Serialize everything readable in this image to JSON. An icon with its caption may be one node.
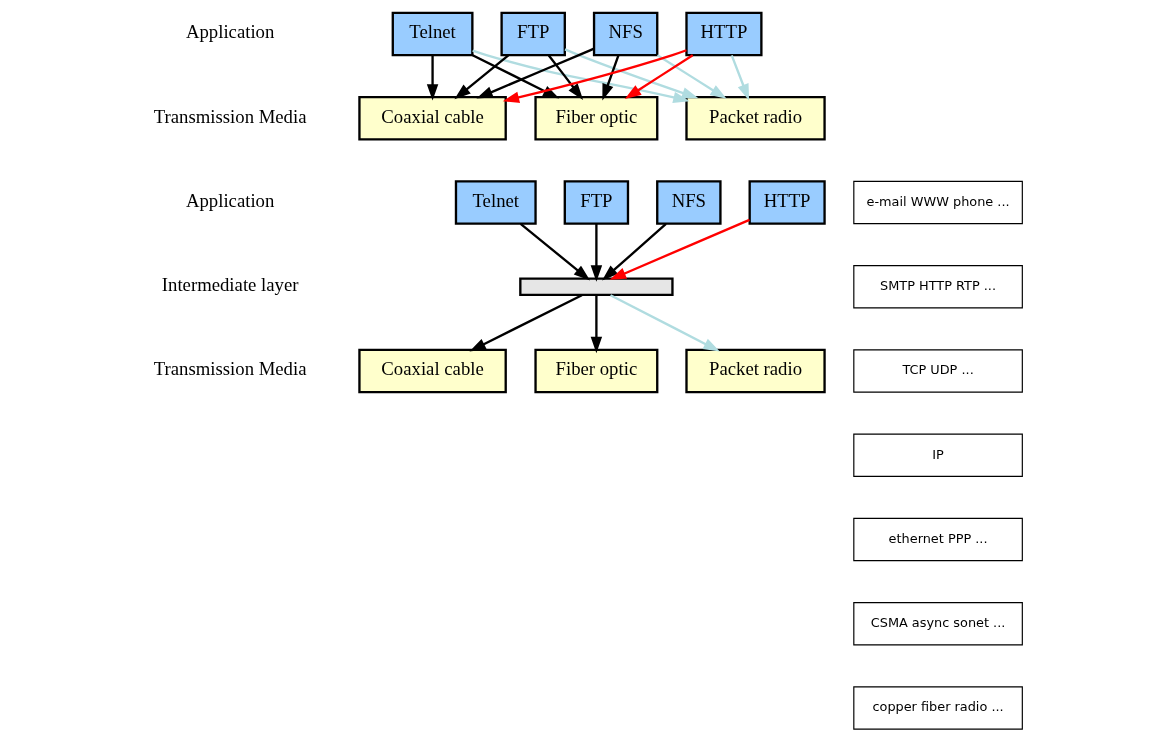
{
  "diagram": {
    "nodes": [
      {
        "text": [
          "Telnet"
        ]
      },
      {
        "text": [
          "FTP"
        ]
      },
      {
        "text": [
          "NFS"
        ]
      },
      {
        "text": [
          "HTTP"
        ]
      },
      {
        "text": [
          "Coaxial cable"
        ]
      },
      {
        "text": [
          "Fiber optic"
        ]
      },
      {
        "text": [
          "Packet radio"
        ]
      },
      {
        "text": [
          "Telnet"
        ]
      },
      {
        "text": [
          "FTP"
        ]
      },
      {
        "text": [
          "NFS"
        ]
      },
      {
        "text": [
          "HTTP"
        ]
      },
      {
        "text": [],
        "shape": "bar"
      },
      {
        "text": [
          "Coaxial cable"
        ]
      },
      {
        "text": [
          "Fiber optic"
        ]
      },
      {
        "text": [
          "Packet radio"
        ]
      },
      {
        "text": [
          "e-mail WWW phone ..."
        ]
      },
      {
        "text": [
          "SMTP HTTP RTP ..."
        ]
      },
      {
        "text": [
          "TCP UDP ..."
        ]
      },
      {
        "text": [
          "IP"
        ]
      },
      {
        "text": [
          "ethernet PPP ..."
        ]
      },
      {
        "text": [
          "CSMA async sonet ..."
        ]
      },
      {
        "text": [
          "copper fiber radio ..."
        ]
      }
    ],
    "edges": [
      {
        "from": 0,
        "to": 4,
        "arrow": "to"
      },
      {
        "from": 0,
        "to": 5,
        "arrow": "to"
      },
      {
        "from": 0,
        "to": 6,
        "arrow": "to",
        "color": "#b0dce0"
      },
      {
        "from": 1,
        "to": 4,
        "arrow": "to"
      },
      {
        "from": 1,
        "to": 5,
        "arrow": "to"
      },
      {
        "from": 1,
        "to": 6,
        "arrow": "to",
        "color": "#b0dce0"
      },
      {
        "from": 2,
        "to": 4,
        "arrow": "to"
      },
      {
        "from": 2,
        "to": 5,
        "arrow": "to"
      },
      {
        "from": 2,
        "to": 6,
        "arrow": "to",
        "color": "#b0dce0"
      },
      {
        "from": 3,
        "to": 4,
        "arrow": "to",
        "color": "#ff0000"
      },
      {
        "from": 3,
        "to": 5,
        "arrow": "to",
        "color": "#ff0000"
      },
      {
        "from": 3,
        "to": 6,
        "arrow": "to",
        "color": "#b0dce0"
      },
      {
        "from": 7,
        "to": 11,
        "arrow": "to"
      },
      {
        "from": 8,
        "to": 11,
        "arrow": "to"
      },
      {
        "from": 9,
        "to": 11,
        "arrow": "to"
      },
      {
        "from": 10,
        "to": 11,
        "arrow": "to",
        "color": "#ff0000"
      },
      {
        "from": 11,
        "to": 12,
        "arrow": "to"
      },
      {
        "from": 11,
        "to": 13,
        "arrow": "to"
      },
      {
        "from": 11,
        "to": 14,
        "arrow": "to",
        "color": "#b0dce0"
      }
    ],
    "labels": [
      "Application",
      "Transmission Media",
      "Application",
      "Intermediate layer",
      "Transmission Media"
    ]
  }
}
